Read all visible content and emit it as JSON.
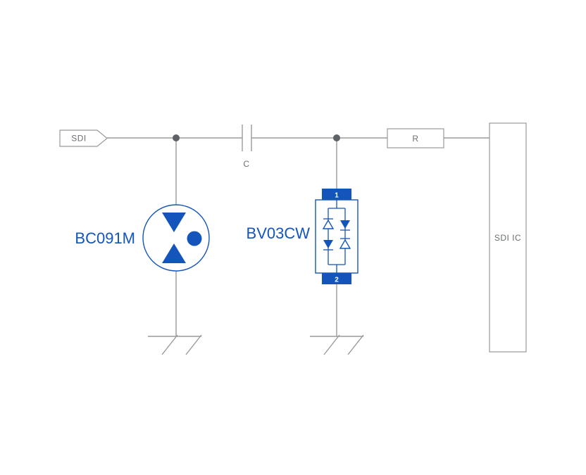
{
  "diagram": {
    "type": "circuit-schematic",
    "description": "SDI input ESD protection schematic",
    "labels": {
      "input_port": "SDI",
      "capacitor": "C",
      "resistor": "R",
      "ic": "SDI IC",
      "tvs_part": "BC091M",
      "esd_array_part": "BV03CW",
      "esd_pin_top": "1",
      "esd_pin_bottom": "2"
    },
    "colors": {
      "wire_gray": "#9a9a9a",
      "text_gray": "#6b6f73",
      "component_blue": "#1355bb",
      "junction_dot": "#5e6266",
      "background": "#ffffff"
    }
  }
}
